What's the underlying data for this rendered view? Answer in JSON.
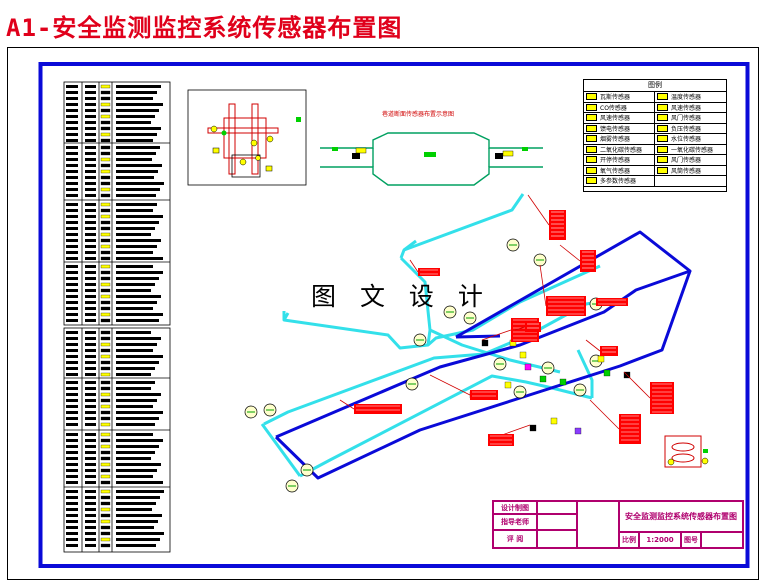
{
  "title": "A1-安全监测监控系统传感器布置图",
  "watermark": "图 文 设 计",
  "section_title": "巷道断面传感器布置示意图",
  "legend": {
    "header": "图例",
    "items": [
      "瓦斯传感器",
      "温度传感器",
      "CO传感器",
      "风速传感器",
      "风速传感器",
      "风门传感器",
      "馈电传感器",
      "负压传感器",
      "烟雾传感器",
      "水位传感器",
      "二氧化碳传感器",
      "一氧化碳传感器",
      "开停传感器",
      "风门传感器",
      "氧气传感器",
      "风筒传感器",
      "多参数传感器",
      ""
    ]
  },
  "title_block": {
    "designer_label": "设计制图",
    "advisor_label": "指导老师",
    "reviewer_label": "评 阅",
    "drawing_title": "安全监测监控系统传感器布置图",
    "scale_label": "比例",
    "scale_value": "1:2000",
    "sheet_label": "图号",
    "sheet_value": ""
  },
  "colors": {
    "title": "#e0001b",
    "frame": "#0a0ad8",
    "roadway_cyan": "#33e0ea",
    "roadway_blue": "#0a0ad8",
    "label_red": "#ff0000",
    "sensor_yellow": "#ffff00",
    "sensor_green": "#00d000",
    "titleblock": "#b0006e"
  }
}
